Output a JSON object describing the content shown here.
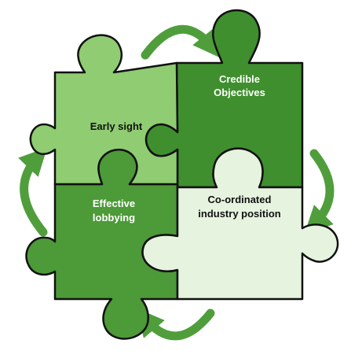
{
  "diagram": {
    "pieces": [
      {
        "id": "early",
        "line1": "Early sight",
        "line2": "",
        "fill": "#8fcc72",
        "text_color": "#111111"
      },
      {
        "id": "credible",
        "line1": "Credible",
        "line2": "Objectives",
        "fill": "#3f8f2e",
        "text_color": "#ffffff"
      },
      {
        "id": "effective",
        "line1": "Effective",
        "line2": "lobbying",
        "fill": "#4c9a38",
        "text_color": "#ffffff"
      },
      {
        "id": "coordinated",
        "line1": "Co-ordinated",
        "line2": "industry position",
        "fill": "#e6f3df",
        "text_color": "#111111"
      }
    ],
    "arrows": [
      {
        "id": "top",
        "direction": "clockwise"
      },
      {
        "id": "right",
        "direction": "clockwise"
      },
      {
        "id": "bottom",
        "direction": "clockwise"
      },
      {
        "id": "left",
        "direction": "clockwise"
      }
    ],
    "colors": {
      "outline": "#111111",
      "arrow": "#4f9e3b"
    }
  }
}
